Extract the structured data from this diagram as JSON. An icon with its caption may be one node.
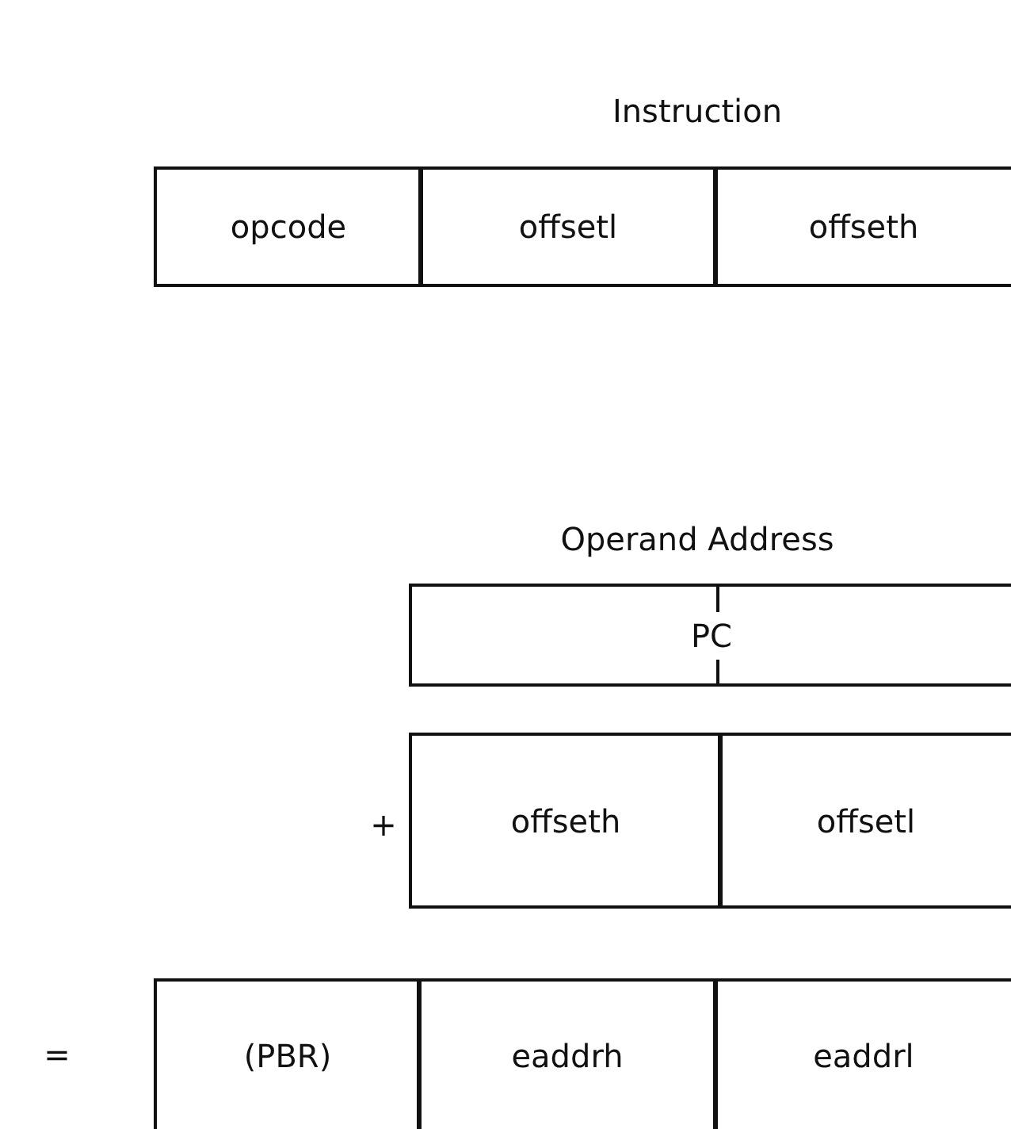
{
  "diagram": {
    "nodes": [
      {
        "text": [
          "opcode"
        ]
      },
      {
        "text": [
          "offsetl"
        ]
      },
      {
        "text": [
          "offseth"
        ]
      },
      {
        "text": [
          "PC"
        ]
      },
      {
        "text": [
          "offseth"
        ]
      },
      {
        "text": [
          "offsetl"
        ]
      },
      {
        "text": [
          "(PBR)"
        ]
      },
      {
        "text": [
          "eaddrh"
        ]
      },
      {
        "text": [
          "eaddrl"
        ]
      }
    ],
    "labels": [
      "Instruction",
      "Operand Address",
      "+",
      "="
    ]
  }
}
